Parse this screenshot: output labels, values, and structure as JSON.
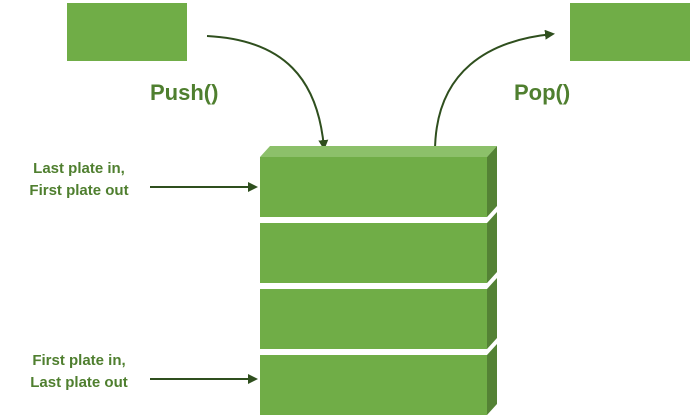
{
  "operations": {
    "push_label": "Push()",
    "pop_label": "Pop()"
  },
  "annotations": {
    "top": [
      "Last plate in,",
      "First plate out"
    ],
    "bottom": [
      "First plate in,",
      "Last plate out"
    ]
  },
  "stack": {
    "plate_count": 4
  },
  "colors": {
    "plate_face": "#70ad47",
    "plate_top": "#8cc06a",
    "plate_side": "#548235",
    "text": "#4f7f2f",
    "arrow": "#2f4f1e"
  }
}
